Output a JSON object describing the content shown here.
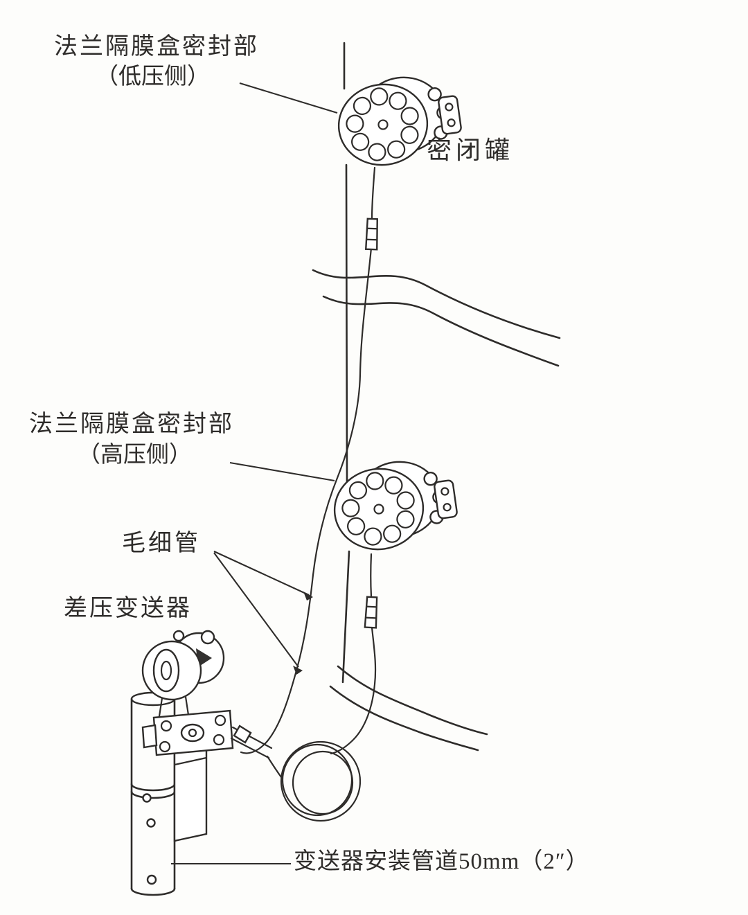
{
  "labels": {
    "seal_low": {
      "line1": "法兰隔膜盒密封部",
      "line2": "（低压侧）"
    },
    "sealed_tank": "密闭罐",
    "seal_high": {
      "line1": "法兰隔膜盒密封部",
      "line2": "（高压侧）"
    },
    "capillary": "毛细管",
    "dp_transmitter": "差压变送器",
    "mounting_pipe": "变送器安装管道50mm（2″）"
  },
  "colors": {
    "ink": "#2e2c2a",
    "background": "#fdfdfb"
  }
}
